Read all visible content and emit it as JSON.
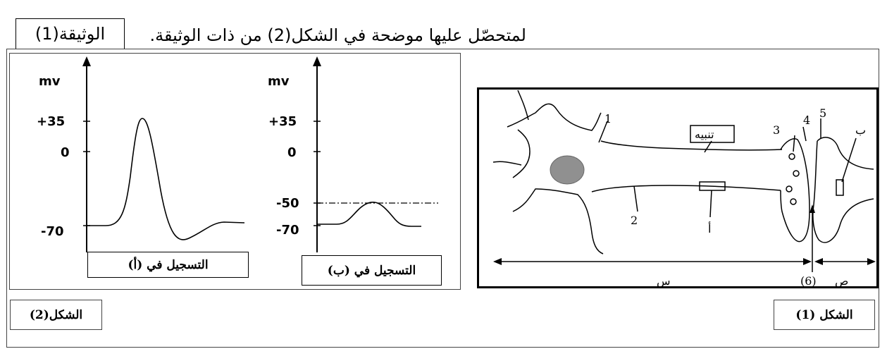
{
  "text": {
    "intro_line_1": "لمتحصّل عليها موضحة في الشكل(2) من ذات الوثيقة.",
    "document_label": "الوثيقة(1)"
  },
  "figure1": {
    "label": "الشكل (1)",
    "stimulus_label": "تنبيه",
    "numbers": [
      "1",
      "2",
      "3",
      "4",
      "5"
    ],
    "letter_a": "أ",
    "letter_b": "ب",
    "region_s": "س",
    "region_c": "ص",
    "label_6": "(6)"
  },
  "figure2": {
    "label": "الشكل(2)",
    "chart_data": [
      {
        "type": "line",
        "title": "التسجيل في (أ)",
        "ylabel": "mv",
        "yticks": [
          "+35",
          "0",
          "-70"
        ],
        "ytick_values": [
          35,
          0,
          -70
        ],
        "baseline": -70,
        "peak": 35,
        "description_points": [
          [
            0,
            -70
          ],
          [
            1,
            -70
          ],
          [
            2,
            35
          ],
          [
            3,
            -70
          ],
          [
            3.5,
            -80
          ],
          [
            5,
            -70
          ]
        ]
      },
      {
        "type": "line",
        "title": "التسجيل في (ب)",
        "ylabel": "mv",
        "yticks": [
          "+35",
          "0",
          "-50",
          "-70"
        ],
        "ytick_values": [
          35,
          0,
          -50,
          -70
        ],
        "baseline": -70,
        "threshold": -50,
        "peak": -50,
        "description_points": [
          [
            0,
            -70
          ],
          [
            1,
            -70
          ],
          [
            2,
            -50
          ],
          [
            3,
            -70
          ],
          [
            4,
            -70
          ]
        ]
      }
    ]
  }
}
